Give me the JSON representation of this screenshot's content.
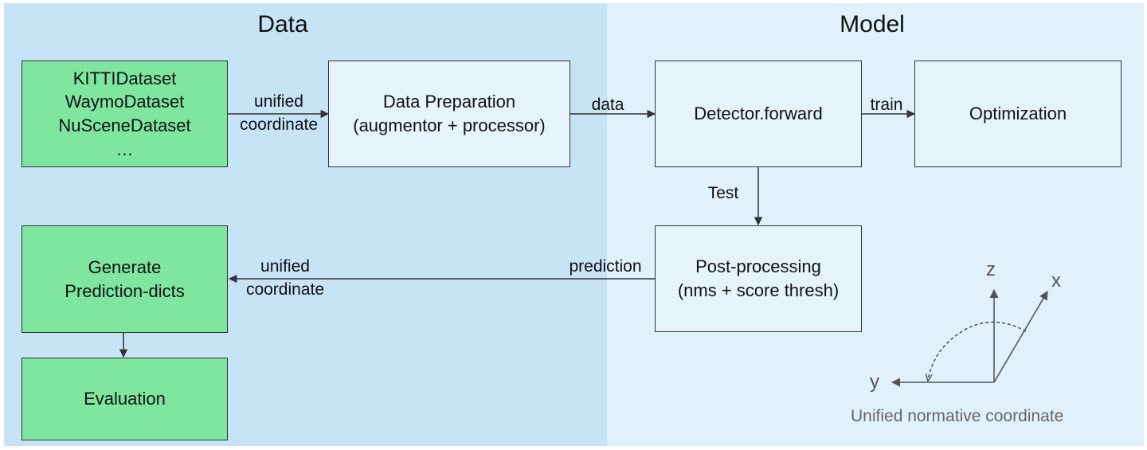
{
  "sections": {
    "data_title": "Data",
    "model_title": "Model"
  },
  "boxes": {
    "datasets": [
      "KITTIDataset",
      "WaymoDataset",
      "NuSceneDataset",
      "…"
    ],
    "data_preparation": [
      "Data Preparation",
      "(augmentor + processor)"
    ],
    "detector_forward": "Detector.forward",
    "optimization": "Optimization",
    "post_processing": [
      "Post-processing",
      "(nms + score thresh)"
    ],
    "generate_prediction_dicts": [
      "Generate",
      "Prediction-dicts"
    ],
    "evaluation": "Evaluation"
  },
  "edge_labels": {
    "unified_coordinate_top": [
      "unified",
      "coordinate"
    ],
    "data": "data",
    "train": "train",
    "test": "Test",
    "prediction": "prediction",
    "unified_coordinate_bottom": [
      "unified",
      "coordinate"
    ]
  },
  "coordinate_axes": {
    "x": "x",
    "y": "y",
    "z": "z",
    "caption": "Unified normative coordinate"
  },
  "colors": {
    "data_panel": "#c6e4f6",
    "model_panel": "#e1f1fb",
    "green_box": "#7fe6a0",
    "light_box": "#e6f3fb"
  }
}
